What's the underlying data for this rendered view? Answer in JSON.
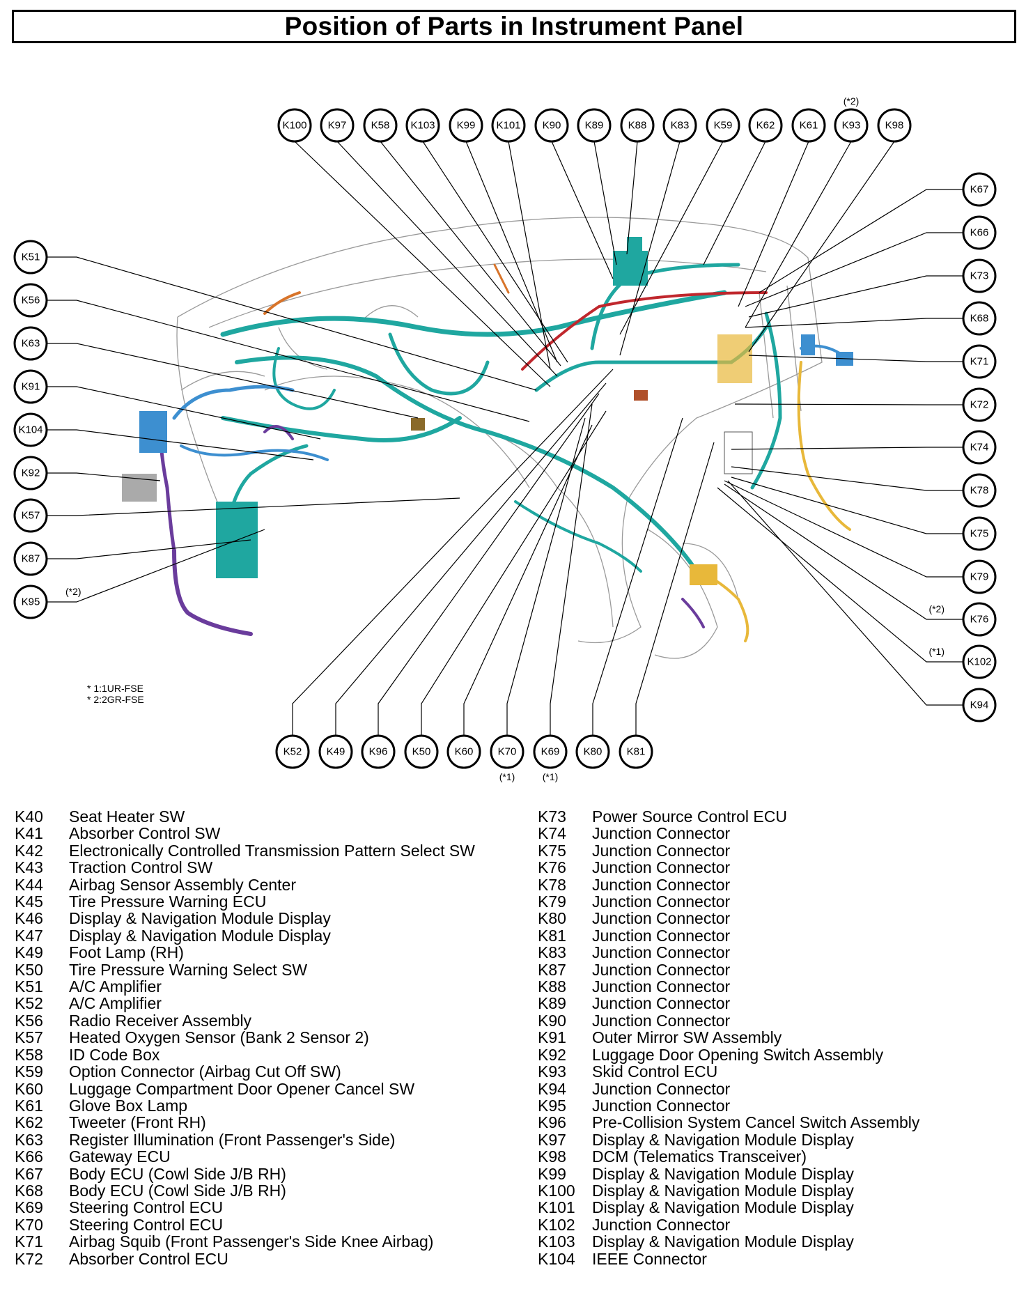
{
  "title": "Position of Parts in Instrument Panel",
  "footnotes": [
    "* 1:1UR-FSE",
    "* 2:2GR-FSE"
  ],
  "top_labels": [
    {
      "code": "K100"
    },
    {
      "code": "K97"
    },
    {
      "code": "K58"
    },
    {
      "code": "K103"
    },
    {
      "code": "K99"
    },
    {
      "code": "K101"
    },
    {
      "code": "K90"
    },
    {
      "code": "K89"
    },
    {
      "code": "K88"
    },
    {
      "code": "K83"
    },
    {
      "code": "K59"
    },
    {
      "code": "K62"
    },
    {
      "code": "K61"
    },
    {
      "code": "K93",
      "note": "(*2)"
    },
    {
      "code": "K98"
    }
  ],
  "left_labels": [
    {
      "code": "K51"
    },
    {
      "code": "K56"
    },
    {
      "code": "K63"
    },
    {
      "code": "K91"
    },
    {
      "code": "K104"
    },
    {
      "code": "K92"
    },
    {
      "code": "K57"
    },
    {
      "code": "K87"
    },
    {
      "code": "K95",
      "note": "(*2)"
    }
  ],
  "right_labels": [
    {
      "code": "K67"
    },
    {
      "code": "K66"
    },
    {
      "code": "K73"
    },
    {
      "code": "K68"
    },
    {
      "code": "K71"
    },
    {
      "code": "K72"
    },
    {
      "code": "K74"
    },
    {
      "code": "K78"
    },
    {
      "code": "K75"
    },
    {
      "code": "K79"
    },
    {
      "code": "K76",
      "note": "(*2)"
    },
    {
      "code": "K102",
      "note": "(*1)"
    },
    {
      "code": "K94"
    }
  ],
  "bottom_labels": [
    {
      "code": "K52"
    },
    {
      "code": "K49"
    },
    {
      "code": "K96"
    },
    {
      "code": "K50"
    },
    {
      "code": "K60"
    },
    {
      "code": "K70",
      "note": "(*1)"
    },
    {
      "code": "K69",
      "note": "(*1)"
    },
    {
      "code": "K80"
    },
    {
      "code": "K81"
    }
  ],
  "legend_left": [
    {
      "code": "K40",
      "desc": "Seat Heater SW"
    },
    {
      "code": "K41",
      "desc": "Absorber Control SW"
    },
    {
      "code": "K42",
      "desc": "Electronically Controlled Transmission Pattern Select SW"
    },
    {
      "code": "K43",
      "desc": "Traction Control SW"
    },
    {
      "code": "K44",
      "desc": "Airbag Sensor Assembly Center"
    },
    {
      "code": "K45",
      "desc": "Tire Pressure Warning ECU"
    },
    {
      "code": "K46",
      "desc": "Display & Navigation Module Display"
    },
    {
      "code": "K47",
      "desc": "Display & Navigation Module Display"
    },
    {
      "code": "K49",
      "desc": "Foot Lamp (RH)"
    },
    {
      "code": "K50",
      "desc": "Tire Pressure Warning Select SW"
    },
    {
      "code": "K51",
      "desc": "A/C Amplifier"
    },
    {
      "code": "K52",
      "desc": "A/C Amplifier"
    },
    {
      "code": "K56",
      "desc": "Radio Receiver Assembly"
    },
    {
      "code": "K57",
      "desc": "Heated Oxygen Sensor (Bank 2 Sensor 2)"
    },
    {
      "code": "K58",
      "desc": "ID Code Box"
    },
    {
      "code": "K59",
      "desc": "Option Connector (Airbag Cut Off SW)"
    },
    {
      "code": "K60",
      "desc": "Luggage Compartment Door Opener Cancel SW"
    },
    {
      "code": "K61",
      "desc": "Glove Box Lamp"
    },
    {
      "code": "K62",
      "desc": "Tweeter (Front RH)"
    },
    {
      "code": "K63",
      "desc": "Register Illumination (Front Passenger's Side)"
    },
    {
      "code": "K66",
      "desc": "Gateway ECU"
    },
    {
      "code": "K67",
      "desc": "Body ECU (Cowl Side J/B RH)"
    },
    {
      "code": "K68",
      "desc": "Body ECU (Cowl Side J/B RH)"
    },
    {
      "code": "K69",
      "desc": "Steering Control ECU"
    },
    {
      "code": "K70",
      "desc": "Steering Control ECU"
    },
    {
      "code": "K71",
      "desc": "Airbag Squib (Front Passenger's Side Knee Airbag)"
    },
    {
      "code": "K72",
      "desc": "Absorber Control ECU"
    }
  ],
  "legend_right": [
    {
      "code": "K73",
      "desc": "Power Source Control ECU"
    },
    {
      "code": "K74",
      "desc": "Junction Connector"
    },
    {
      "code": "K75",
      "desc": "Junction Connector"
    },
    {
      "code": "K76",
      "desc": "Junction Connector"
    },
    {
      "code": "K78",
      "desc": "Junction Connector"
    },
    {
      "code": "K79",
      "desc": "Junction Connector"
    },
    {
      "code": "K80",
      "desc": "Junction Connector"
    },
    {
      "code": "K81",
      "desc": "Junction Connector"
    },
    {
      "code": "K83",
      "desc": "Junction Connector"
    },
    {
      "code": "K87",
      "desc": "Junction Connector"
    },
    {
      "code": "K88",
      "desc": "Junction Connector"
    },
    {
      "code": "K89",
      "desc": "Junction Connector"
    },
    {
      "code": "K90",
      "desc": "Junction Connector"
    },
    {
      "code": "K91",
      "desc": "Outer Mirror SW Assembly"
    },
    {
      "code": "K92",
      "desc": "Luggage Door Opening Switch Assembly"
    },
    {
      "code": "K93",
      "desc": "Skid Control ECU"
    },
    {
      "code": "K94",
      "desc": "Junction Connector"
    },
    {
      "code": "K95",
      "desc": "Junction Connector"
    },
    {
      "code": "K96",
      "desc": "Pre-Collision System Cancel Switch Assembly"
    },
    {
      "code": "K97",
      "desc": "Display & Navigation Module Display"
    },
    {
      "code": "K98",
      "desc": "DCM (Telematics Transceiver)"
    },
    {
      "code": "K99",
      "desc": "Display & Navigation Module Display"
    },
    {
      "code": "K100",
      "desc": "Display & Navigation Module Display"
    },
    {
      "code": "K101",
      "desc": "Display & Navigation Module Display"
    },
    {
      "code": "K102",
      "desc": "Junction Connector"
    },
    {
      "code": "K103",
      "desc": "Display & Navigation Module Display"
    },
    {
      "code": "K104",
      "desc": "IEEE Connector"
    }
  ],
  "colors": {
    "harness_main": "#1fa7a0",
    "harness_light": "#3d8fd0",
    "harness_purple": "#6a3c9c",
    "harness_yellow": "#e8b83a",
    "harness_orange": "#d8742a",
    "harness_red": "#c0272d",
    "outline": "#9a9a9a"
  }
}
